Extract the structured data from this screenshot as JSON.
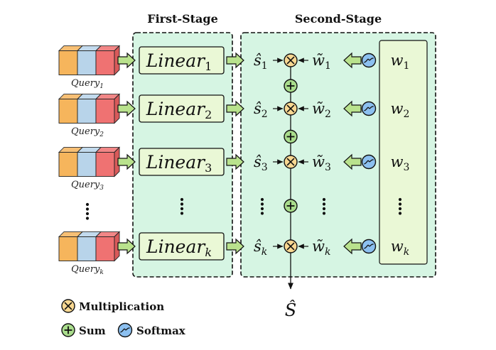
{
  "stages": {
    "first": "First-Stage",
    "second": "Second-Stage"
  },
  "rows": [
    {
      "query": "Query",
      "sub": "1",
      "linear": "Linear",
      "s": "ŝ",
      "w_tilde": "w̃",
      "w": "w",
      "idx": "1"
    },
    {
      "query": "Query",
      "sub": "2",
      "linear": "Linear",
      "s": "ŝ",
      "w_tilde": "w̃",
      "w": "w",
      "idx": "2"
    },
    {
      "query": "Query",
      "sub": "3",
      "linear": "Linear",
      "s": "ŝ",
      "w_tilde": "w̃",
      "w": "w",
      "idx": "3"
    },
    {
      "query": "Query",
      "sub": "k",
      "linear": "Linear",
      "s": "ŝ",
      "w_tilde": "w̃",
      "w": "w",
      "idx": "k"
    }
  ],
  "output": "Ŝ",
  "legend": {
    "multiplication": "Multiplication",
    "sum": "Sum",
    "softmax": "Softmax"
  },
  "colors": {
    "stage_bg": "#d6f5e3",
    "linear_bg": "#eaf8d6",
    "w_bg": "#eaf8d6",
    "block_orange": "#f6b55c",
    "block_blue": "#b8d4ea",
    "block_red": "#ef7272",
    "arrow_green": "#b9e28d",
    "mult_fill": "#f8d892",
    "sum_fill": "#a9dc8c",
    "softmax_fill": "#8cc0f0"
  },
  "icons": {
    "multiplication": "circled-times-icon",
    "sum": "circled-plus-icon",
    "softmax": "softmax-wave-icon"
  }
}
